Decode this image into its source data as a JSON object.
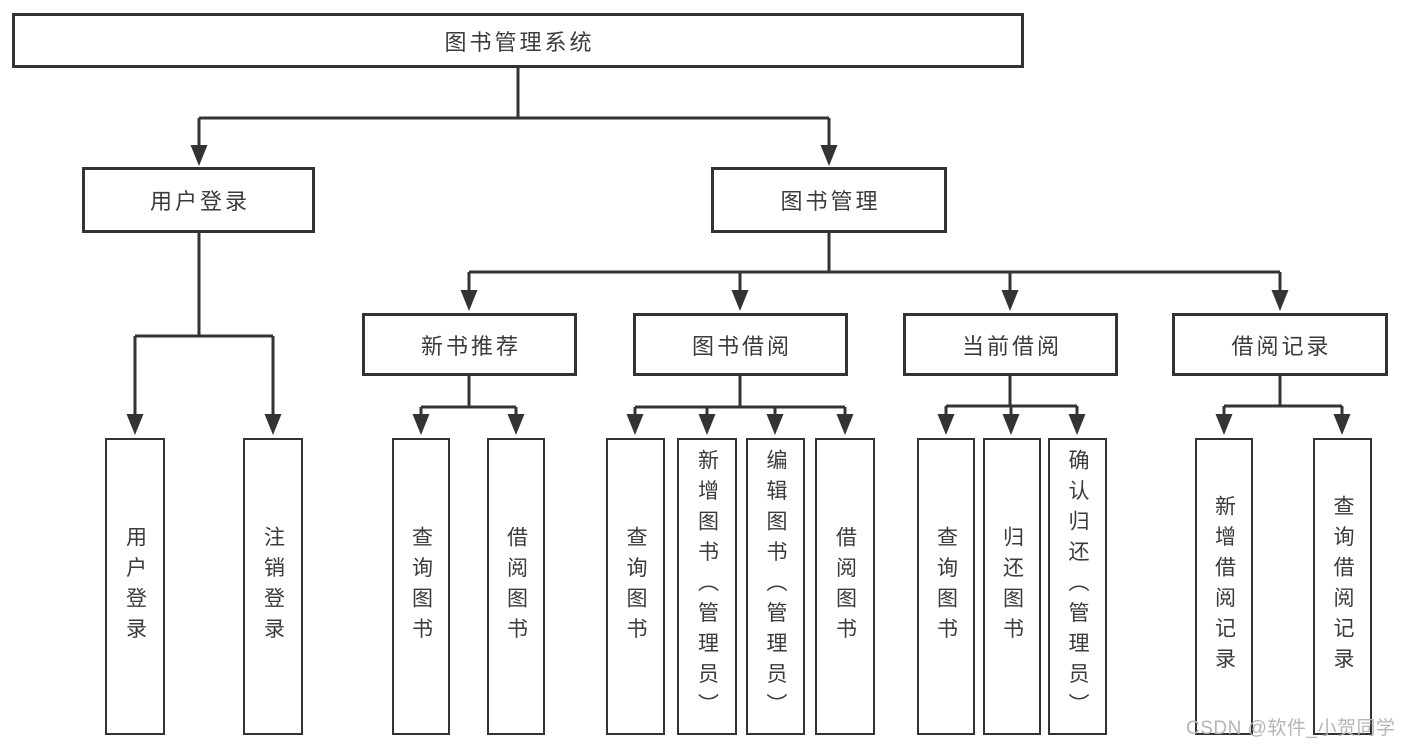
{
  "tree": {
    "root": "图书管理系统",
    "children": [
      {
        "label": "用户登录",
        "children": [
          "用户登录",
          "注销登录"
        ]
      },
      {
        "label": "图书管理",
        "children": [
          {
            "label": "新书推荐",
            "children": [
              "查询图书",
              "借阅图书"
            ]
          },
          {
            "label": "图书借阅",
            "children": [
              "查询图书",
              "新增图书（管理员）",
              "编辑图书（管理员）",
              "借阅图书"
            ]
          },
          {
            "label": "当前借阅",
            "children": [
              "查询图书",
              "归还图书",
              "确认归还（管理员）"
            ]
          },
          {
            "label": "借阅记录",
            "children": [
              "新增借阅记录",
              "查询借阅记录"
            ]
          }
        ]
      }
    ]
  },
  "watermark": {
    "text": "CSDN @软件_小贺同学"
  },
  "colors": {
    "line": "#333333",
    "text": "#3b3b3b",
    "background": "#ffffff",
    "watermark": "#b5b5b5"
  }
}
